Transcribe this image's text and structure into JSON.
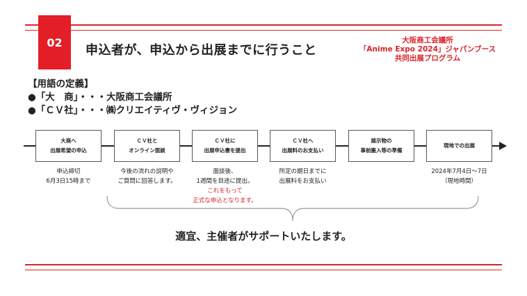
{
  "header": {
    "number": "02",
    "title": "申込者が、申込から出展までに行うこと",
    "org_lines": [
      "大阪商工会議所",
      "「Anime Expo 2024」ジャパンブース",
      "共同出展プログラム"
    ]
  },
  "definitions": {
    "heading": "【用語の定義】",
    "items": [
      "●「大　商」・・・大阪商工会議所",
      "●「ＣＶ社」・・・㈱クリエイティヴ・ヴィジョン"
    ]
  },
  "timeline": {
    "steps": [
      {
        "lines": [
          "大商へ",
          "出展希望の申込"
        ]
      },
      {
        "lines": [
          "ＣＶ社と",
          "オンライン面談"
        ]
      },
      {
        "lines": [
          "ＣＶ社に",
          "出展申込書を提出"
        ]
      },
      {
        "lines": [
          "ＣＶ社へ",
          "出展料のお支払い"
        ]
      },
      {
        "lines": [
          "展示物の",
          "事前搬入等の準備"
        ]
      },
      {
        "lines": [
          "現地での出展"
        ]
      }
    ],
    "notes": [
      {
        "lines": [
          "申込締切",
          "6月3日15時まで"
        ],
        "red_lines": []
      },
      {
        "lines": [
          "今後の流れの説明や",
          "ご質問に回答します。"
        ],
        "red_lines": []
      },
      {
        "lines": [
          "面談後、",
          "1週間を目途に提出。"
        ],
        "red_lines": [
          "これをもって",
          "正式な申込となります。"
        ]
      },
      {
        "lines": [
          "所定の期日までに",
          "出展料をお支払い"
        ],
        "red_lines": []
      },
      {
        "lines": [],
        "red_lines": []
      },
      {
        "lines": [
          "2024年7月4日～7日",
          "（現地時間）"
        ],
        "red_lines": []
      }
    ]
  },
  "support_text": "適宜、主催者がサポートいたします。",
  "colors": {
    "accent_red": "#e41e26",
    "text": "#222222"
  }
}
